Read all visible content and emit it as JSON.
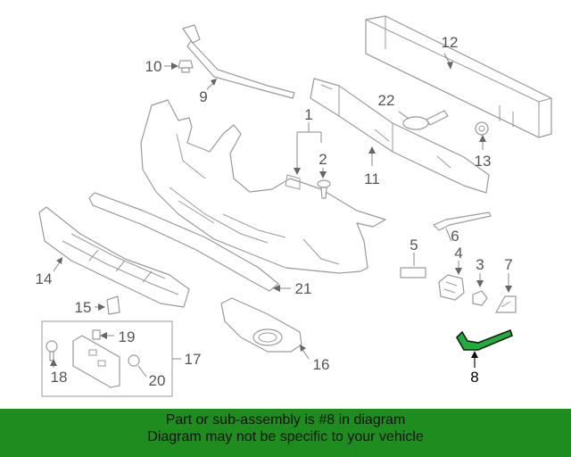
{
  "callouts": [
    {
      "id": "1",
      "label": "1"
    },
    {
      "id": "2",
      "label": "2"
    },
    {
      "id": "3",
      "label": "3"
    },
    {
      "id": "4",
      "label": "4"
    },
    {
      "id": "5",
      "label": "5"
    },
    {
      "id": "6",
      "label": "6"
    },
    {
      "id": "7",
      "label": "7"
    },
    {
      "id": "8",
      "label": "8"
    },
    {
      "id": "9",
      "label": "9"
    },
    {
      "id": "10",
      "label": "10"
    },
    {
      "id": "11",
      "label": "11"
    },
    {
      "id": "12",
      "label": "12"
    },
    {
      "id": "13",
      "label": "13"
    },
    {
      "id": "14",
      "label": "14"
    },
    {
      "id": "15",
      "label": "15"
    },
    {
      "id": "16",
      "label": "16"
    },
    {
      "id": "17",
      "label": "17"
    },
    {
      "id": "18",
      "label": "18"
    },
    {
      "id": "19",
      "label": "19"
    },
    {
      "id": "20",
      "label": "20"
    },
    {
      "id": "21",
      "label": "21"
    },
    {
      "id": "22",
      "label": "22"
    }
  ],
  "highlight": {
    "part": "8",
    "color": "#1fae3a"
  },
  "banner": {
    "line1": "Part or sub-assembly is #8 in diagram",
    "line2": "Diagram may not be specific to your vehicle",
    "background": "#1f8c1f",
    "text_color": "#111111"
  }
}
